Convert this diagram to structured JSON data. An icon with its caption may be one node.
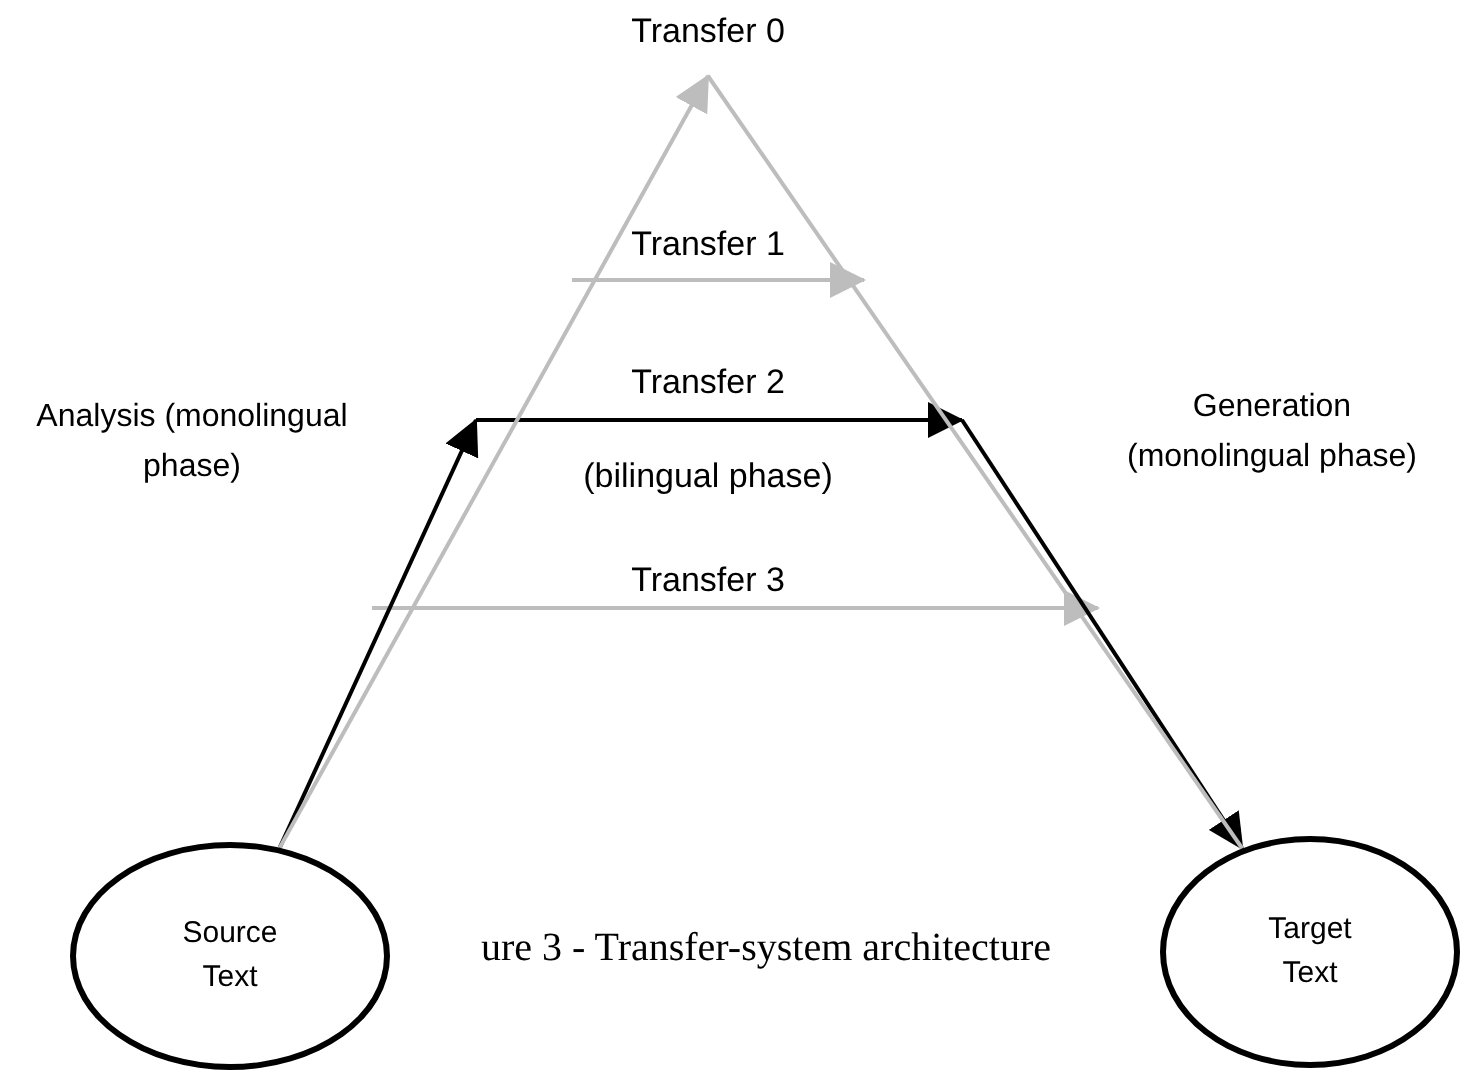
{
  "diagram": {
    "caption": "ure 3 - Transfer-system architecture",
    "nodes": [
      {
        "text": [
          "Transfer 0"
        ]
      },
      {
        "text": [
          "Source Text"
        ]
      },
      {
        "text": [
          "Target Text"
        ]
      }
    ],
    "edges": [
      {
        "from": 1,
        "to": null,
        "arrow": "to"
      },
      {
        "from": null,
        "to": 2,
        "arrow": "to"
      },
      {
        "from": 1,
        "to": 0,
        "arrow": "to",
        "color": "#bdbdbd"
      },
      {
        "from": 0,
        "to": 2,
        "arrow": "none",
        "color": "#bdbdbd"
      }
    ],
    "labels": [
      "Transfer 1",
      "Analysis (monolingual phase)",
      "Transfer 2",
      "Generation (monolingual phase)",
      "(bilingual phase)",
      "Transfer 3"
    ]
  }
}
